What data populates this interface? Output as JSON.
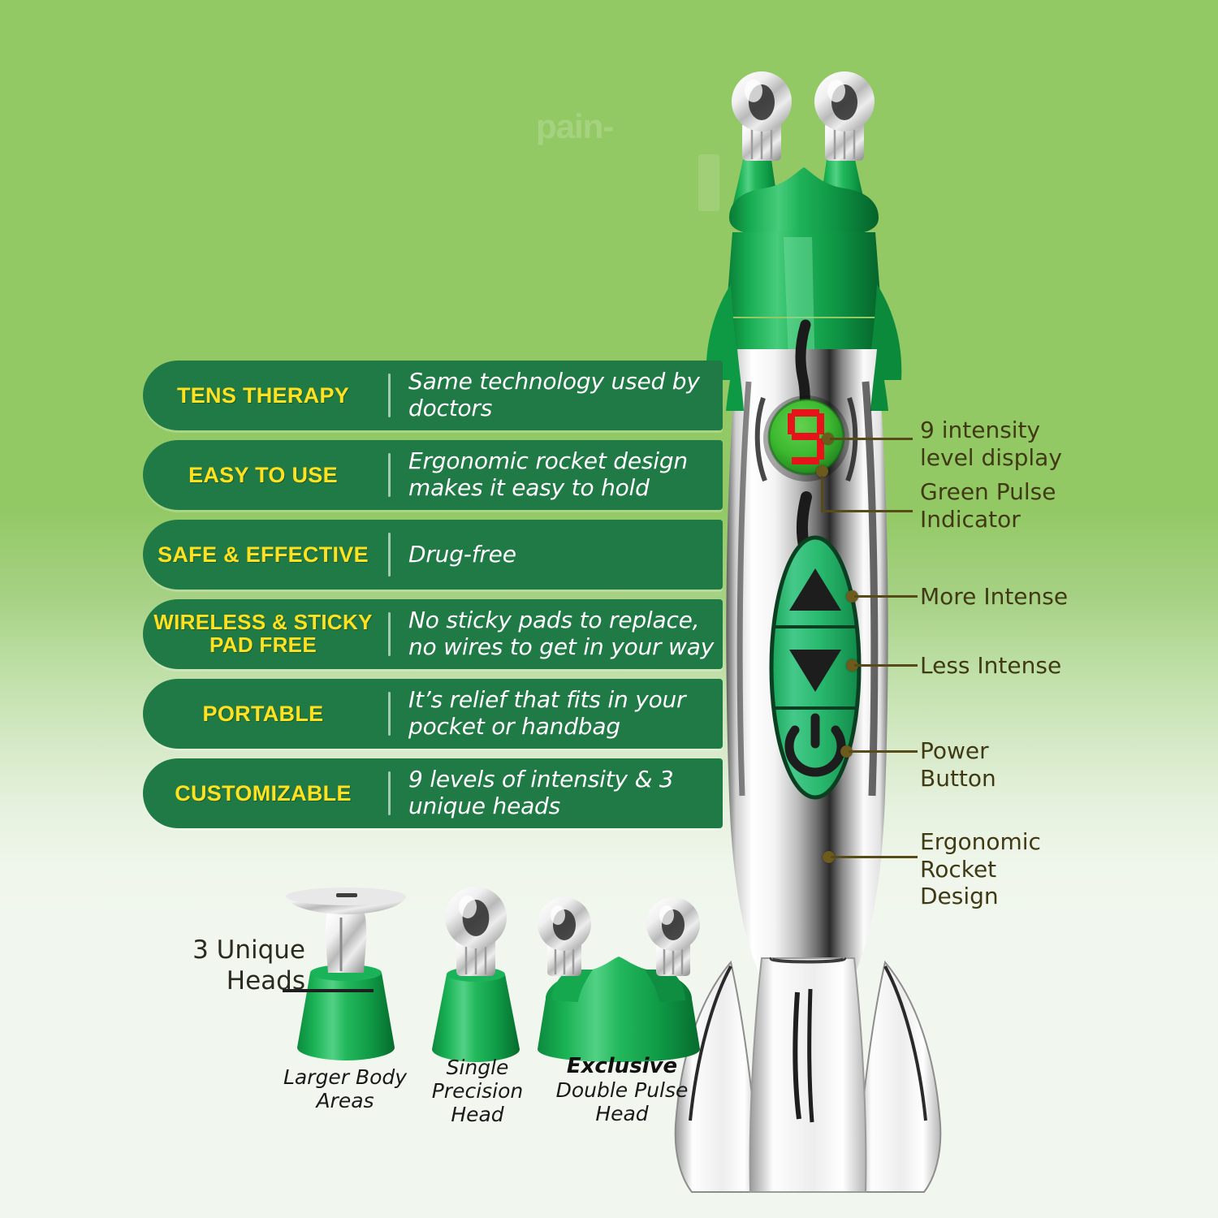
{
  "background": {
    "gradient_top": "#93c965",
    "gradient_bottom": "#f1f7ee",
    "watermark_text": "pain-"
  },
  "colors": {
    "pill_green": "#1f7a45",
    "title_yellow": "#ffe11f",
    "desc_white": "#ffffff",
    "callout_text": "#403a14",
    "leader_line": "#574c18",
    "device_green": "#12a04a",
    "display_green": "#3fbf35",
    "display_digit_red": "#e8131a",
    "chrome": "#f2f2f2"
  },
  "features": [
    {
      "title": "TENS THERAPY",
      "desc": "Same technology used by\ndoctors"
    },
    {
      "title": "EASY TO USE",
      "desc": "Ergonomic rocket design\nmakes it easy to hold"
    },
    {
      "title": "SAFE & EFFECTIVE",
      "desc": "Drug-free"
    },
    {
      "title": "WIRELESS &\nSTICKY PAD FREE",
      "desc": "No sticky pads to replace,\nno wires to get in your way"
    },
    {
      "title": "PORTABLE",
      "desc": "It’s relief that fits in your\npocket or handbag"
    },
    {
      "title": "CUSTOMIZABLE",
      "desc": "9 levels of intensity &\n3 unique heads"
    }
  ],
  "callouts": [
    {
      "label": "9 intensity\nlevel display"
    },
    {
      "label": "Green Pulse\nIndicator"
    },
    {
      "label": "More Intense"
    },
    {
      "label": "Less Intense"
    },
    {
      "label": "Power\nButton"
    },
    {
      "label": "Ergonomic\nRocket\nDesign"
    }
  ],
  "heads_callout": "3 Unique\nHeads",
  "heads": [
    {
      "label": "Larger Body\nAreas",
      "emphasis": ""
    },
    {
      "label": "Single\nPrecision\nHead",
      "emphasis": ""
    },
    {
      "label": "Double Pulse\nHead",
      "emphasis": "Exclusive"
    }
  ],
  "device": {
    "display_value": "9",
    "buttons": [
      {
        "icon": "up-triangle-icon",
        "name": "more-intense-button"
      },
      {
        "icon": "down-triangle-icon",
        "name": "less-intense-button"
      },
      {
        "icon": "power-icon",
        "name": "power-button"
      }
    ]
  }
}
